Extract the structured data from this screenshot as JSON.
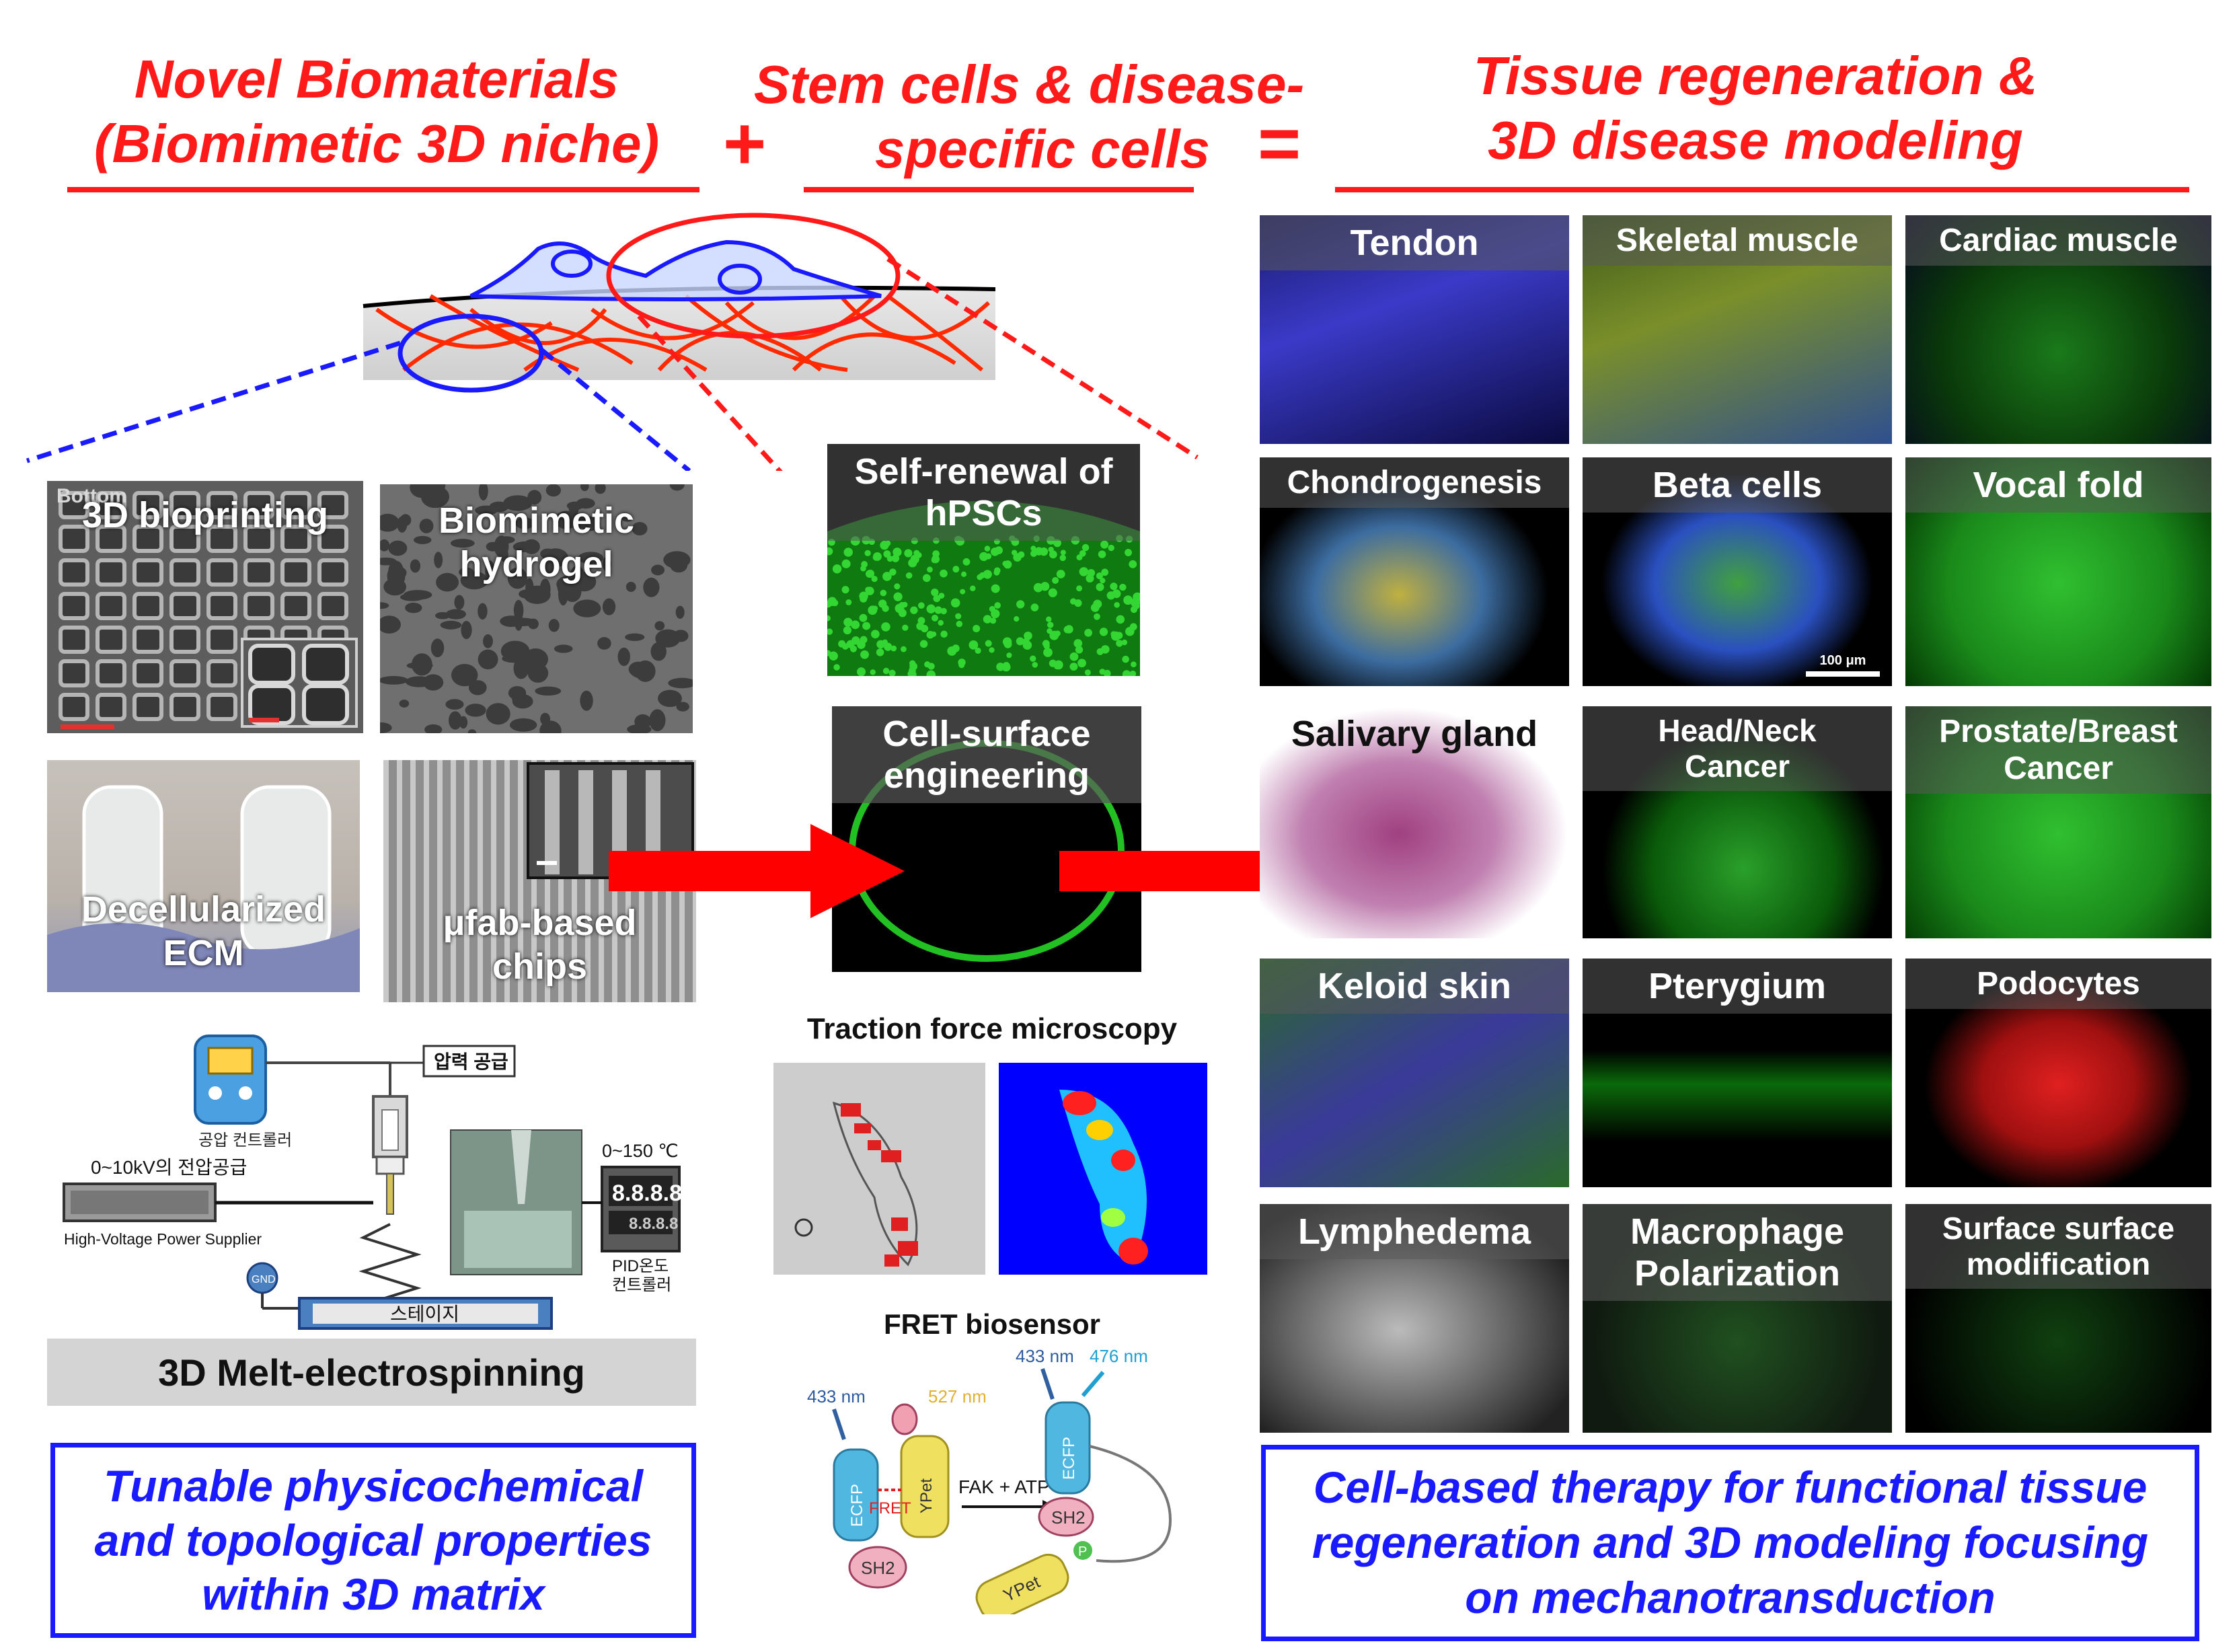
{
  "header": {
    "left": [
      "Novel Biomaterials",
      "(Biomimetic 3D niche)"
    ],
    "plus": "+",
    "middle": [
      "Stem cells & disease-",
      "specific cells"
    ],
    "equals": "=",
    "right": [
      "Tissue regeneration &",
      "3D disease modeling"
    ]
  },
  "biomaterials": {
    "bioprinting": "3D bioprinting",
    "bioprinting_corner": "Bottom",
    "hydrogel": [
      "Biomimetic",
      "hydrogel"
    ],
    "decell": [
      "Decellularized",
      "ECM"
    ],
    "ufab": [
      "μfab-based",
      "chips"
    ]
  },
  "electrospinning": {
    "pressure_supply": "압력 공급",
    "pneumatic_controller": "공압 컨트롤러",
    "voltage_range": "0~10kV의 전압공급",
    "hv_supplier": "High-Voltage Power Supplier",
    "temp_range": "0~150 ℃",
    "display": "8.8.8.8",
    "display_small": "8.8.8.8",
    "pid_label": [
      "PID온도",
      "컨트롤러"
    ],
    "gnd": "GND",
    "stage": "스테이지",
    "title": "3D Melt-electrospinning"
  },
  "left_box": [
    "Tunable physicochemical",
    "and topological properties",
    "within 3D matrix"
  ],
  "cells": {
    "self_renewal": [
      "Self-renewal of",
      "hPSCs"
    ],
    "surface_eng": [
      "Cell-surface",
      "engineering"
    ],
    "traction_title": "Traction force microscopy",
    "fret_title": "FRET biosensor",
    "fret": {
      "nm433_a": "433 nm",
      "nm527": "527 nm",
      "nm433_b": "433 nm",
      "nm476": "476 nm",
      "ecfp": "ECFP",
      "ypet": "YPet",
      "fret": "FRET",
      "sh2": "SH2",
      "fak_atp": "FAK + ATP",
      "p": "P"
    }
  },
  "tissues": [
    {
      "label": "Tendon"
    },
    {
      "label": "Skeletal muscle"
    },
    {
      "label": "Cardiac muscle"
    },
    {
      "label": "Chondrogenesis"
    },
    {
      "label": "Beta cells",
      "scale": "100 μm"
    },
    {
      "label": "Vocal fold"
    },
    {
      "label": "Salivary gland"
    },
    {
      "label": [
        "Head/Neck",
        "Cancer"
      ]
    },
    {
      "label": [
        "Prostate/Breast",
        "Cancer"
      ]
    },
    {
      "label": "Keloid skin"
    },
    {
      "label": "Pterygium"
    },
    {
      "label": "Podocytes"
    },
    {
      "label": "Lymphedema"
    },
    {
      "label": [
        "Macrophage",
        "Polarization"
      ]
    },
    {
      "label": [
        "Surface surface",
        "modification"
      ]
    }
  ],
  "right_box": [
    "Cell-based therapy for functional tissue",
    "regeneration and 3D modeling focusing",
    "on mechanotransduction"
  ],
  "colors": {
    "header_red": "#ff1a1a",
    "box_blue": "#1a1aff",
    "arrow_red": "#ff0000"
  }
}
